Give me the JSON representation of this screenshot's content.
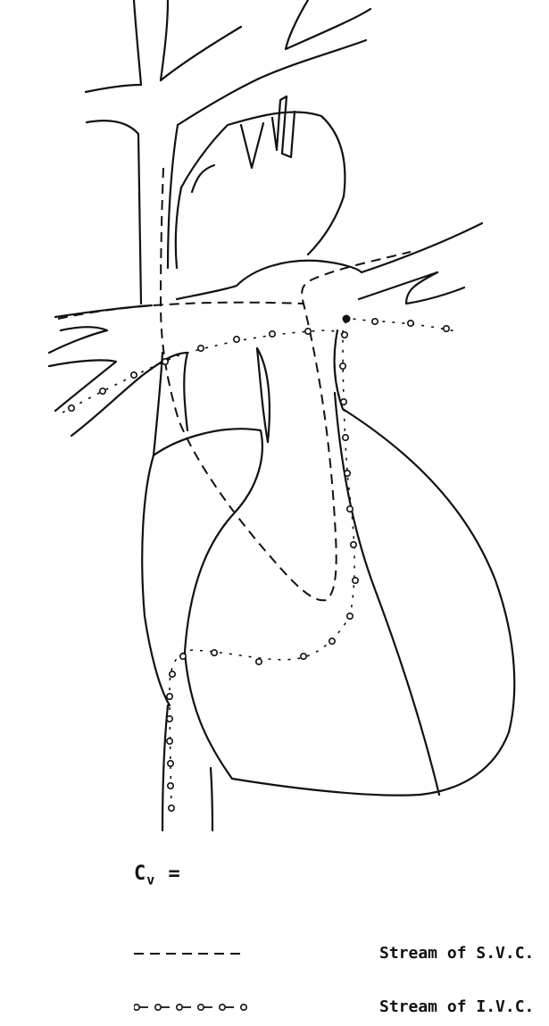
{
  "diagram": {
    "equation": {
      "symbol": "C",
      "subscript": "v",
      "operator": "="
    },
    "legend": [
      {
        "id": "svc",
        "label": "Stream of S.V.C.",
        "line_style": "dashed"
      },
      {
        "id": "ivc",
        "label": "Stream of I.V.C.",
        "line_style": "dash-circle"
      }
    ],
    "ink_color": "#111111",
    "background_color": "#ffffff"
  }
}
